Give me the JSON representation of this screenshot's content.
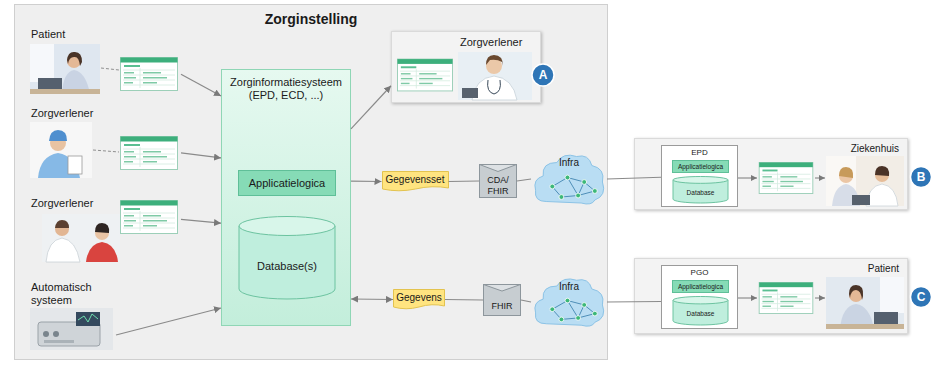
{
  "diagram": {
    "nodes": [
      {
        "text": [
          "Zorginstelling"
        ]
      },
      {
        "text": [
          "Patient"
        ],
        "in": 0
      },
      {
        "text": [
          "Zorgverlener"
        ],
        "in": 0
      },
      {
        "text": [
          "Zorgverlener"
        ],
        "in": 0
      },
      {
        "text": [
          "Automatisch systeem"
        ],
        "in": 0
      },
      {
        "text": [
          "Zorginformatiesysteem (EPD, ECD, ...)"
        ],
        "in": 0
      },
      {
        "text": [
          "Applicatielogica"
        ],
        "in": 5
      },
      {
        "text": [
          "Database(s)"
        ],
        "in": 5
      },
      {
        "text": [
          "Zorgverlener"
        ],
        "in": 0
      },
      {
        "text": [
          "Gegevensset"
        ],
        "in": 0
      },
      {
        "text": [
          "CDA/ FHIR"
        ],
        "in": 0
      },
      {
        "text": [
          "Infra"
        ],
        "in": 0
      },
      {
        "text": [
          "Ziekenhuis"
        ]
      },
      {
        "text": [
          "EPD"
        ],
        "in": 12
      },
      {
        "text": [
          "Applicatielogica"
        ],
        "in": 13
      },
      {
        "text": [
          "Database"
        ],
        "in": 13
      },
      {
        "text": [
          "Gegevens"
        ],
        "in": 0
      },
      {
        "text": [
          "FHIR"
        ],
        "in": 0
      },
      {
        "text": [
          "Infra"
        ],
        "in": 0
      },
      {
        "text": [
          "Patient"
        ]
      },
      {
        "text": [
          "PGO"
        ],
        "in": 19
      },
      {
        "text": [
          "Applicatielogica"
        ],
        "in": 20
      },
      {
        "text": [
          "Database"
        ],
        "in": 20
      }
    ],
    "edges": [
      {
        "from": 1,
        "to": 5,
        "arrow": "to"
      },
      {
        "from": 2,
        "to": 5,
        "arrow": "to"
      },
      {
        "from": 3,
        "to": 5,
        "arrow": "to"
      },
      {
        "from": 4,
        "to": 5,
        "arrow": "to"
      },
      {
        "from": 5,
        "to": 8,
        "arrow": "to"
      },
      {
        "from": 5,
        "to": 9,
        "arrow": "to"
      },
      {
        "from": 9,
        "to": 10,
        "arrow": "none"
      },
      {
        "from": 10,
        "to": 11,
        "arrow": "none"
      },
      {
        "from": 11,
        "to": 13,
        "arrow": "none"
      },
      {
        "from": 16,
        "to": 5,
        "arrow": "both"
      },
      {
        "from": 16,
        "to": 17,
        "arrow": "none"
      },
      {
        "from": 17,
        "to": 18,
        "arrow": "none"
      },
      {
        "from": 18,
        "to": 20,
        "arrow": "none"
      }
    ],
    "labels": [
      "A",
      "B",
      "C"
    ]
  }
}
